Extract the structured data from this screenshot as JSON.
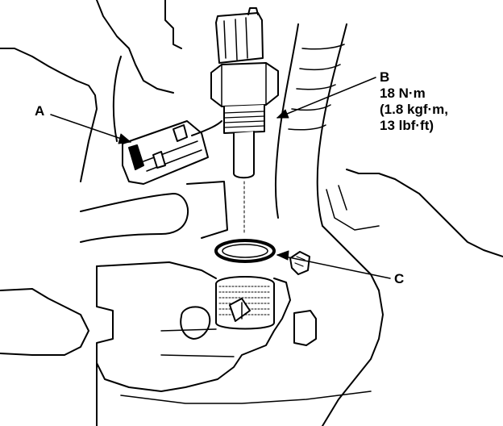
{
  "callouts": {
    "a": "A",
    "b": "B",
    "c": "C"
  },
  "torque_spec": {
    "line1": "18 N·m",
    "line2": "(1.8 kgf·m,",
    "line3": "13 lbf·ft)"
  }
}
